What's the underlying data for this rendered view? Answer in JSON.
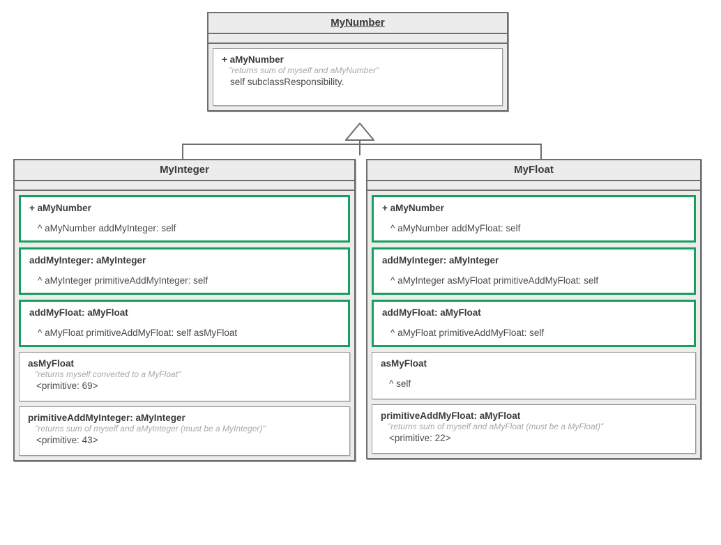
{
  "diagram": {
    "type": "uml-class-diagram",
    "relationship": "generalization",
    "classes": [
      {
        "name": "MyNumber",
        "abstract": true,
        "attributes": [],
        "methods": [
          {
            "signature": "+ aMyNumber",
            "comment": "\"returns sum of myself and aMyNumber\"",
            "body": "self subclassResponsibility.",
            "highlight": false
          }
        ]
      },
      {
        "name": "MyInteger",
        "abstract": false,
        "attributes": [],
        "methods": [
          {
            "signature": "+ aMyNumber",
            "comment": "",
            "body": "^ aMyNumber addMyInteger: self",
            "highlight": true
          },
          {
            "signature": "addMyInteger: aMyInteger",
            "comment": "",
            "body": "^ aMyInteger primitiveAddMyInteger: self",
            "highlight": true
          },
          {
            "signature": "addMyFloat: aMyFloat",
            "comment": "",
            "body": "^ aMyFloat primitiveAddMyFloat: self asMyFloat",
            "highlight": true
          },
          {
            "signature": "asMyFloat",
            "comment": "\"returns myself converted to a MyFloat\"",
            "body": "<primitive: 69>",
            "highlight": false
          },
          {
            "signature": "primitiveAddMyInteger: aMyInteger",
            "comment": "\"returns sum of myself and aMyInteger (must be a MyInteger)\"",
            "body": "<primitive: 43>",
            "highlight": false
          }
        ]
      },
      {
        "name": "MyFloat",
        "abstract": false,
        "attributes": [],
        "methods": [
          {
            "signature": "+ aMyNumber",
            "comment": "",
            "body": "^ aMyNumber addMyFloat: self",
            "highlight": true
          },
          {
            "signature": "addMyInteger: aMyInteger",
            "comment": "",
            "body": "^ aMyInteger asMyFloat primitiveAddMyFloat: self",
            "highlight": true
          },
          {
            "signature": "addMyFloat: aMyFloat",
            "comment": "",
            "body": "^ aMyFloat primitiveAddMyFloat: self",
            "highlight": true
          },
          {
            "signature": "asMyFloat",
            "comment": "",
            "body": "^ self",
            "highlight": false
          },
          {
            "signature": "primitiveAddMyFloat: aMyFloat",
            "comment": "\"returns sum of myself and aMyFloat (must be a MyFloat)\"",
            "body": "<primitive: 22>",
            "highlight": false
          }
        ]
      }
    ],
    "colors": {
      "box_border": "#6e6e6e",
      "box_header_bg": "#ececec",
      "method_bg": "#ffffff",
      "method_border": "#9a9a9a",
      "highlight_border": "#16a05d",
      "text": "#3b3b3b",
      "comment_text": "#a8a8a8",
      "connector": "#6e6e6e"
    }
  }
}
